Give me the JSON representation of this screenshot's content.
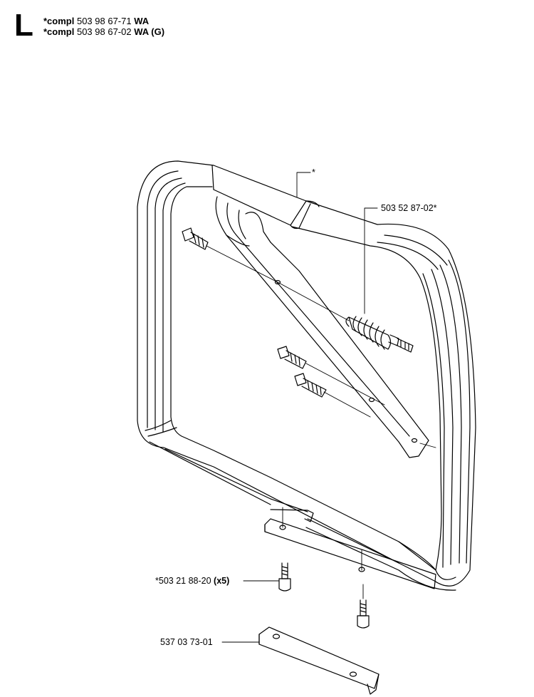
{
  "section": {
    "letter": "L"
  },
  "header": {
    "line1": {
      "prefix": "*compl",
      "part": "503 98 67-71",
      "suffix": "WA"
    },
    "line2": {
      "prefix": "*compl",
      "part": "503 98 67-02",
      "suffix": "WA (G)"
    }
  },
  "callouts": {
    "asterisk": "*",
    "buffer": "503 52 87-02*",
    "screw_part": "*503 21 88-20",
    "screw_qty": "(x5)",
    "plate": "537 03 73-01"
  }
}
